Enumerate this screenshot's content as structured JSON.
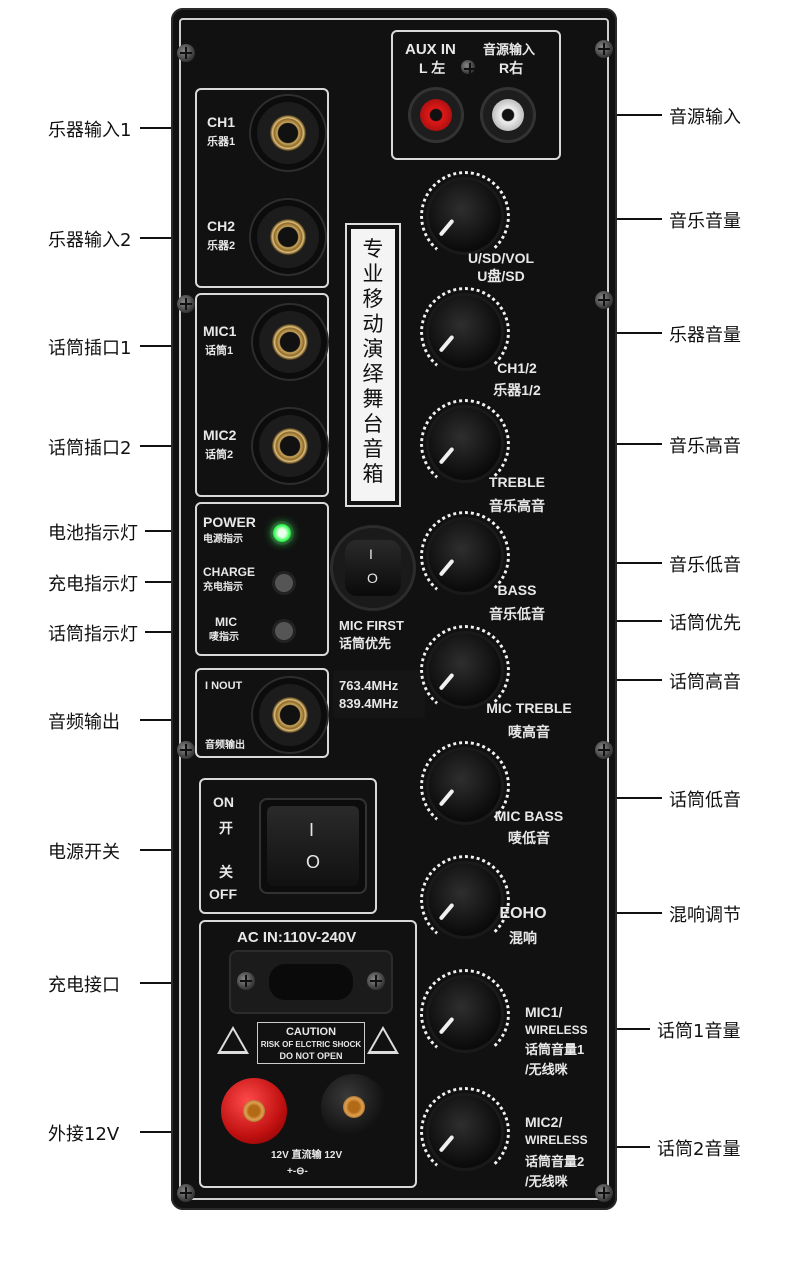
{
  "panel": {
    "aux": {
      "title": "AUX IN",
      "title_cn": "音源输入",
      "left": "L 左",
      "right": "R右"
    },
    "ch1": {
      "en": "CH1",
      "cn": "乐器1"
    },
    "ch2": {
      "en": "CH2",
      "cn": "乐器2"
    },
    "mic1": {
      "en": "MIC1",
      "cn": "话筒1"
    },
    "mic2": {
      "en": "MIC2",
      "cn": "话筒2"
    },
    "power_led": {
      "en": "POWER",
      "cn": "电源指示"
    },
    "charge_led": {
      "en": "CHARGE",
      "cn": "充电指示"
    },
    "mic_led": {
      "en": "MIC",
      "cn": "唛指示"
    },
    "inout": {
      "en": "I NOUT",
      "cn": "音频输出"
    },
    "power_switch": {
      "on": "ON",
      "on_cn": "开",
      "off_cn": "关",
      "off": "OFF"
    },
    "ac": {
      "title": "AC IN:110V-240V"
    },
    "caution": {
      "title": "CAUTION",
      "line1": "RISK OF ELCTRIC SHOCK",
      "line2": "DO NOT OPEN"
    },
    "dc_label": "12V  直流输  12V",
    "dc_symbol": "+-⊖-",
    "vertical_title": [
      "专",
      "业",
      "移",
      "动",
      "演",
      "绎",
      "舞",
      "台",
      "音",
      "箱"
    ],
    "mic_first": {
      "en": "MIC FIRST",
      "cn": "话筒优先"
    },
    "freq": {
      "f1": "763.4MHz",
      "f2": "839.4MHz"
    },
    "knobs": [
      {
        "l1": "U/SD/VOL",
        "l2": "U盘/SD"
      },
      {
        "l1": "CH1/2",
        "l2": "乐器1/2"
      },
      {
        "l1": "TREBLE",
        "l2": "音乐高音"
      },
      {
        "l1": "BASS",
        "l2": "音乐低音"
      },
      {
        "l1": "MIC TREBLE",
        "l2": "唛高音"
      },
      {
        "l1": "MIC BASS",
        "l2": "唛低音"
      },
      {
        "l1": "EOHO",
        "l2": "混响"
      },
      {
        "l1": "MIC1/",
        "l2": "WIRELESS",
        "l3": "话筒音量1",
        "l4": "/无线咪"
      },
      {
        "l1": "MIC2/",
        "l2": "WIRELESS",
        "l3": "话筒音量2",
        "l4": "/无线咪"
      }
    ],
    "switch_glyphs": {
      "on": "I",
      "off": "O"
    }
  },
  "callouts_left": [
    "乐器输入1",
    "乐器输入2",
    "话筒插口1",
    "话筒插口2",
    "电池指示灯",
    "充电指示灯",
    "话筒指示灯",
    "音频输出",
    "电源开关",
    "充电接口",
    "外接12V"
  ],
  "callouts_right": [
    "音源输入",
    "音乐音量",
    "乐器音量",
    "音乐高音",
    "音乐低音",
    "话筒优先",
    "话筒高音",
    "话筒低音",
    "混响调节",
    "话筒1音量",
    "话筒2音量"
  ]
}
